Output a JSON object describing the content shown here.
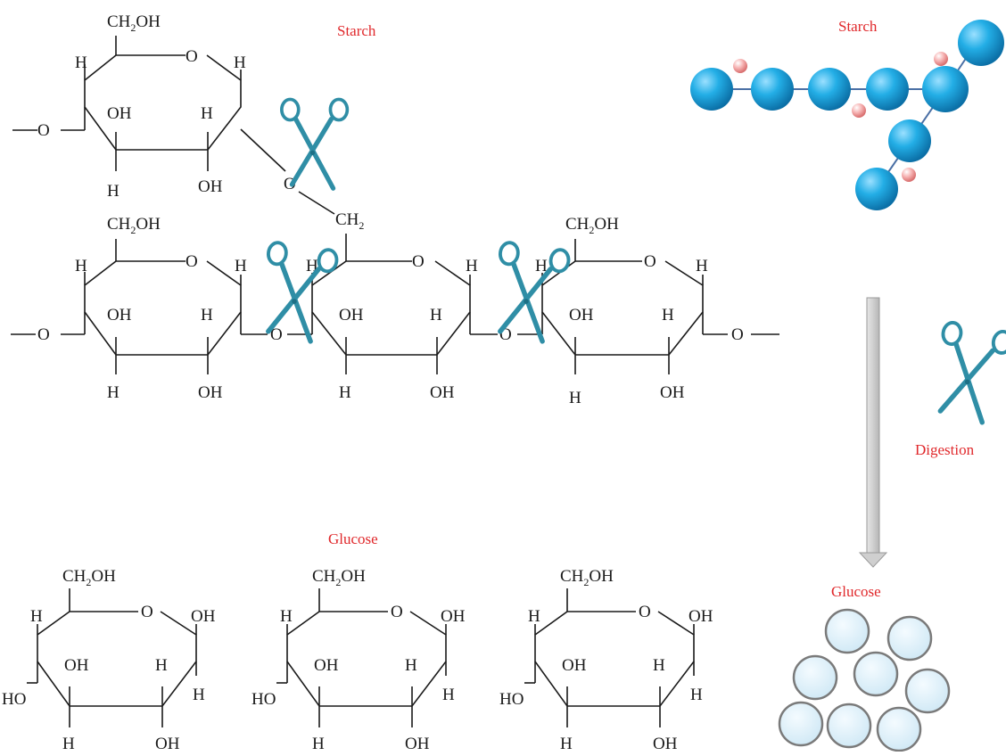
{
  "colors": {
    "label_red": "#e0282b",
    "bead_blue": "#1aa3df",
    "bead_pink": "#f08f8f",
    "glucose_fill": "#d8eef8",
    "scissors": "#2f8ea6",
    "arrow": "#c8c8c8"
  },
  "labels": {
    "starch_struct": "Starch",
    "starch_model": "Starch",
    "glucose_struct": "Glucose",
    "glucose_model": "Glucose",
    "digestion": "Digestion"
  },
  "atoms": {
    "O": "O",
    "H": "H",
    "OH": "OH",
    "HO": "HO",
    "CH2OH_a": "CH",
    "CH2OH_sub": "2",
    "CH2OH_b": "OH",
    "CH2_a": "CH",
    "CH2_sub": "2"
  },
  "icons": {
    "scissors": "scissors-icon",
    "arrow": "down-arrow-icon"
  }
}
